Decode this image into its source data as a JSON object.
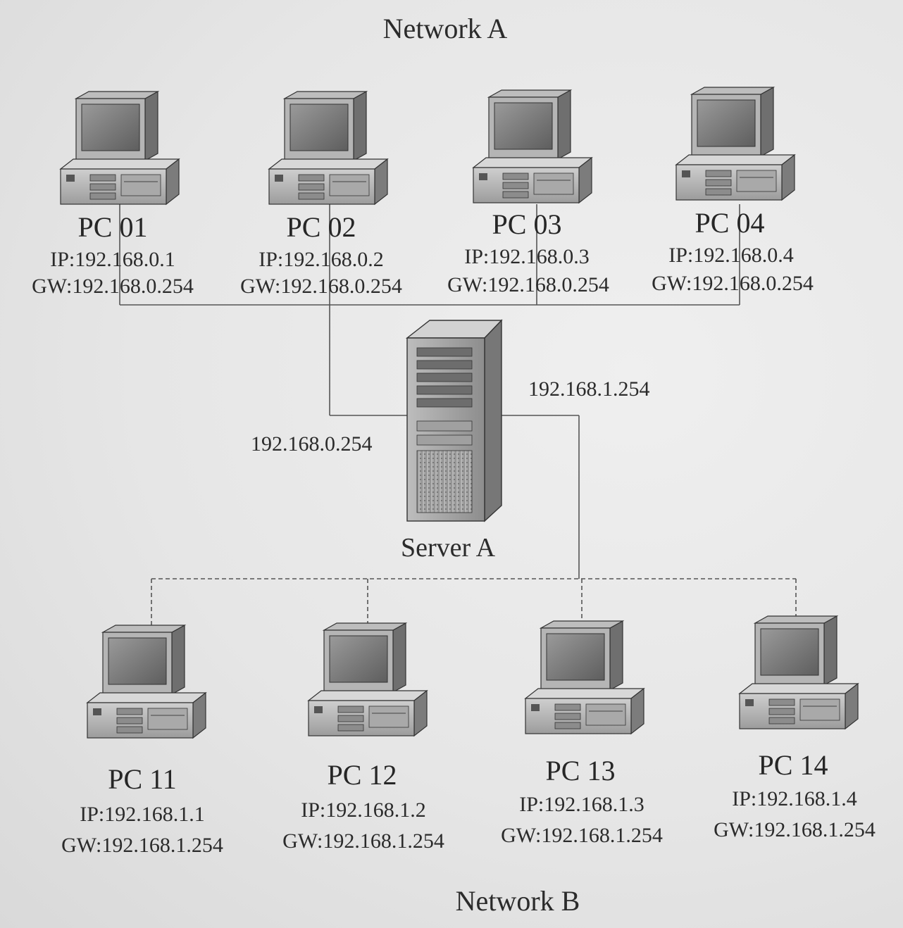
{
  "network_a": {
    "title": "Network A"
  },
  "network_b": {
    "title": "Network B"
  },
  "server": {
    "name": "Server A",
    "interface_a": "192.168.0.254",
    "interface_b": "192.168.1.254"
  },
  "network_a_pcs": [
    {
      "name": "PC 01",
      "ip": "IP:192.168.0.1",
      "gw": "GW:192.168.0.254"
    },
    {
      "name": "PC 02",
      "ip": "IP:192.168.0.2",
      "gw": "GW:192.168.0.254"
    },
    {
      "name": "PC 03",
      "ip": "IP:192.168.0.3",
      "gw": "GW:192.168.0.254"
    },
    {
      "name": "PC 04",
      "ip": "IP:192.168.0.4",
      "gw": "GW:192.168.0.254"
    }
  ],
  "network_b_pcs": [
    {
      "name": "PC 11",
      "ip": "IP:192.168.1.1",
      "gw": "GW:192.168.1.254"
    },
    {
      "name": "PC 12",
      "ip": "IP:192.168.1.2",
      "gw": "GW:192.168.1.254"
    },
    {
      "name": "PC 13",
      "ip": "IP:192.168.1.3",
      "gw": "GW:192.168.1.254"
    },
    {
      "name": "PC 14",
      "ip": "IP:192.168.1.4",
      "gw": "GW:192.168.1.254"
    }
  ],
  "icons": {
    "pc": "desktop-computer-icon",
    "server": "tower-server-icon"
  }
}
